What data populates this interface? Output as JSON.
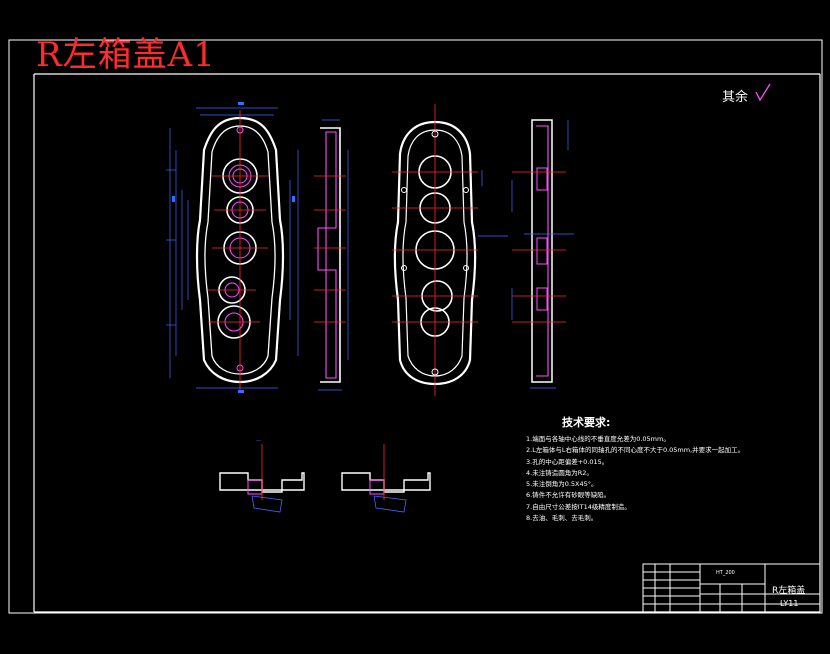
{
  "drawing": {
    "stamp_title": "R左箱盖A1",
    "roughness_label": "其余",
    "notes_title": "技术要求:",
    "notes": [
      "1.端面与各轴中心线的不垂直度允差为0.05mm。",
      "2.L左箱体与L右箱体的同轴孔的不同心度不大于0.05mm,并要求一起加工。",
      "3.孔的中心距偏差+0.015。",
      "4.未注铸造圆角为R2。",
      "5.未注倒角为0.5X45°。",
      "6.铸件不允许有砂眼等缺陷。",
      "7.自由尺寸公差按IT14级精度制造。",
      "8.去油、毛刺、去毛刺。"
    ],
    "title_block": {
      "part_name": "R左箱盖",
      "drawing_no": "LY11",
      "top_label": "HT_200"
    }
  }
}
